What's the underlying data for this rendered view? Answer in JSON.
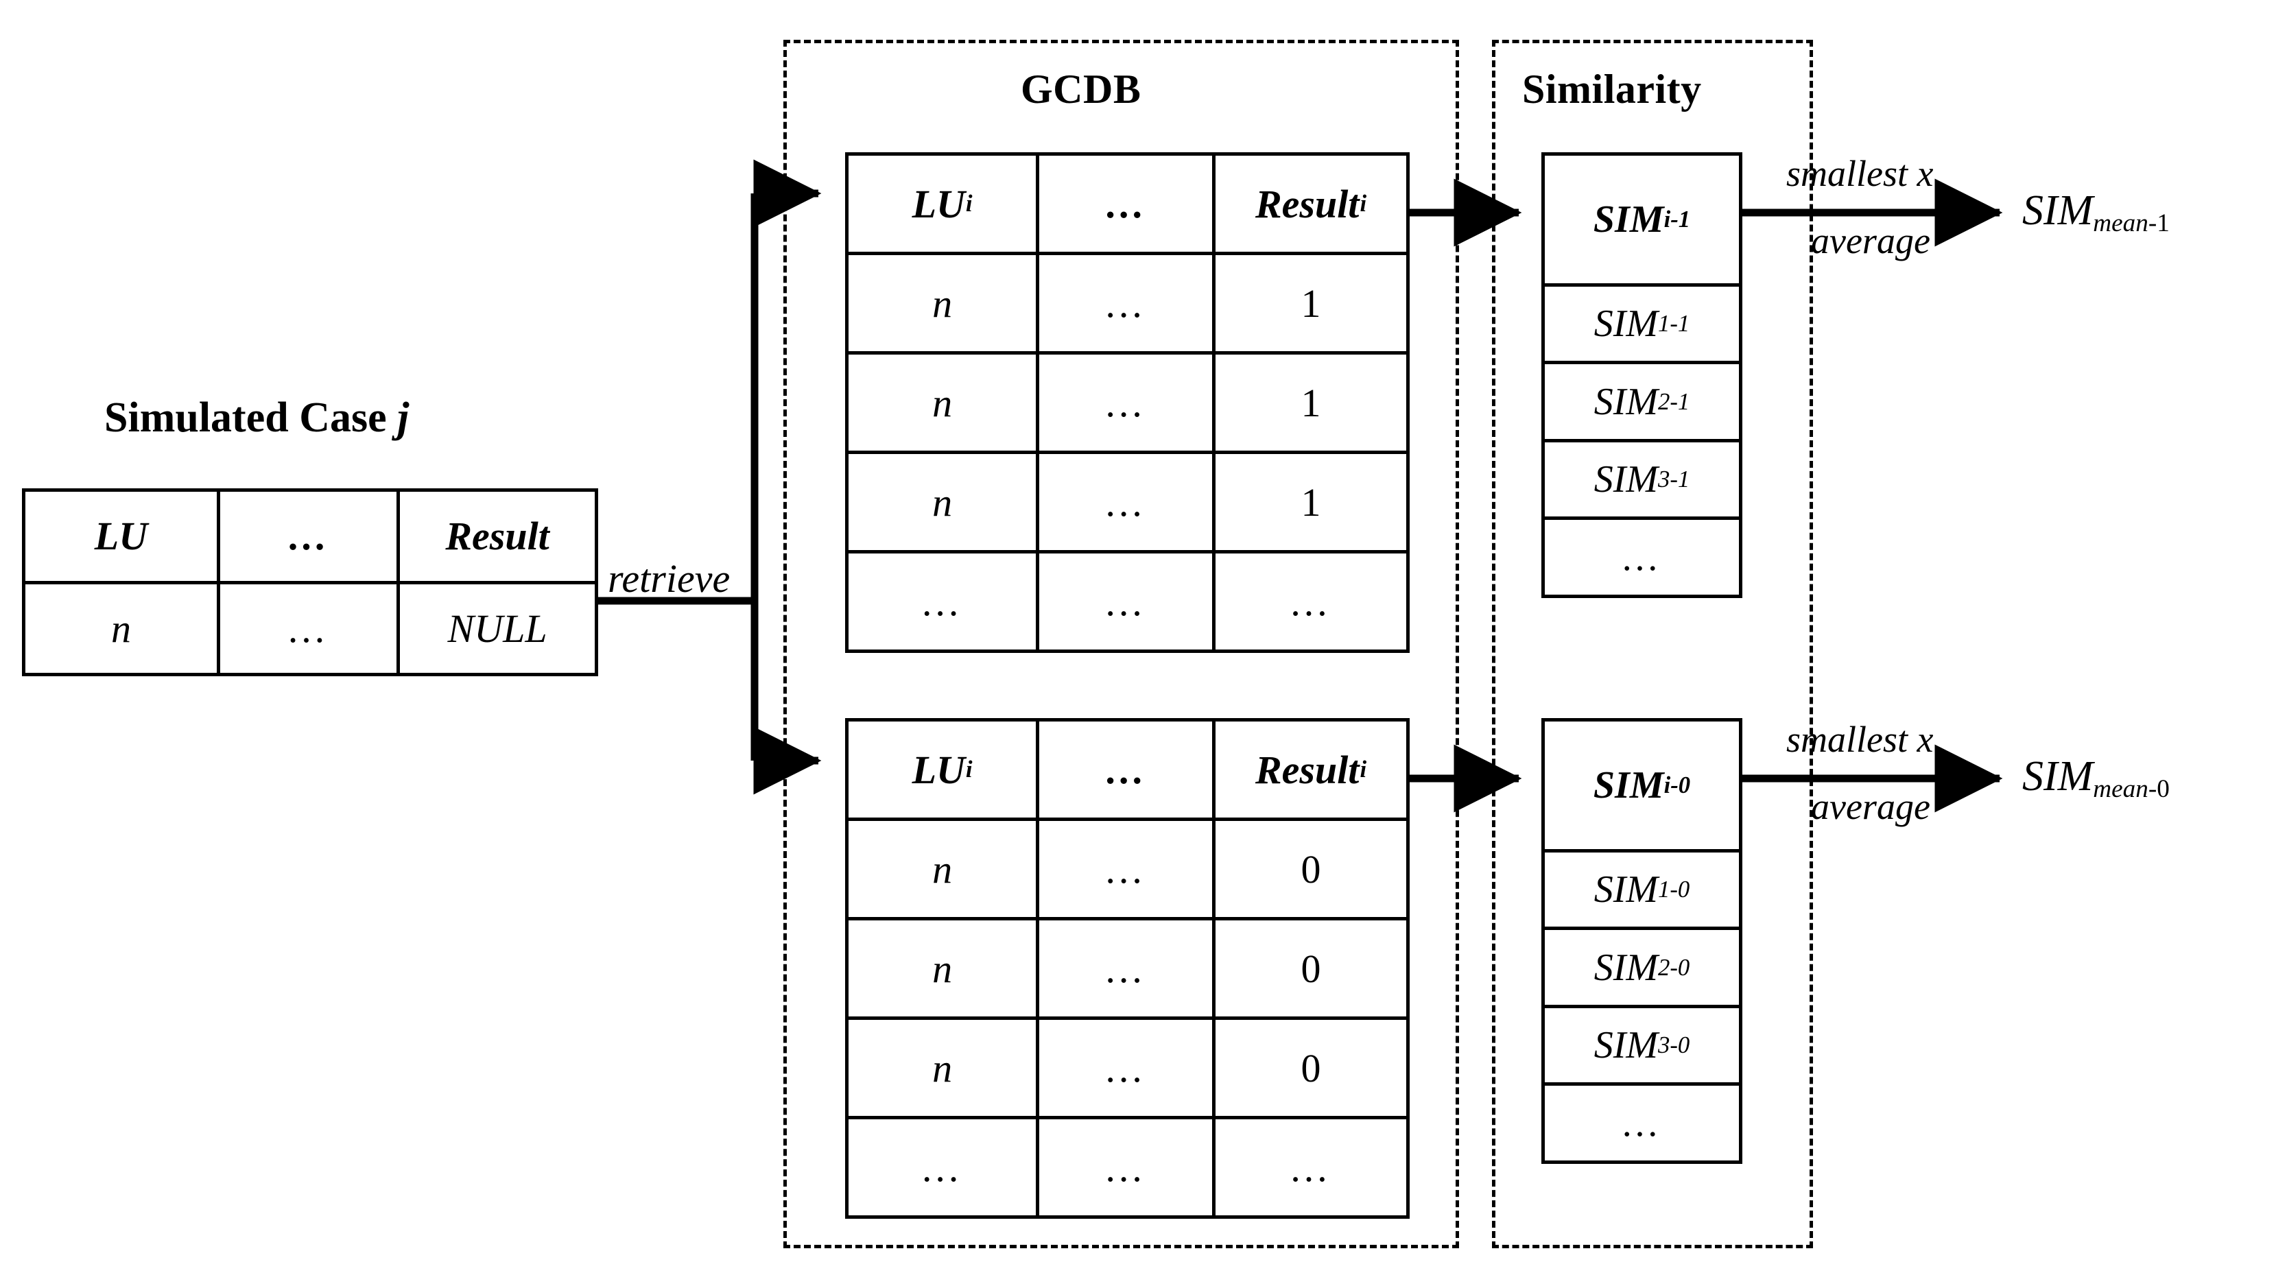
{
  "groups": {
    "gcdb": {
      "title": "GCDB"
    },
    "similarity": {
      "title": "Similarity"
    }
  },
  "simulated_case": {
    "title_prefix": "Simulated Case",
    "title_index": "j",
    "columns": [
      "LU",
      "…",
      "Result"
    ],
    "rows": [
      {
        "lu": "n",
        "mid": "…",
        "result": "NULL"
      }
    ]
  },
  "gcdb_tables": [
    {
      "id": "gcdb-positive",
      "columns": [
        "LU",
        "…",
        "Result"
      ],
      "column_subscripts": [
        "i",
        "",
        "i"
      ],
      "rows": [
        {
          "lu": "n",
          "mid": "…",
          "result": "1"
        },
        {
          "lu": "n",
          "mid": "…",
          "result": "1"
        },
        {
          "lu": "n",
          "mid": "…",
          "result": "1"
        },
        {
          "lu": "…",
          "mid": "…",
          "result": "…"
        }
      ]
    },
    {
      "id": "gcdb-negative",
      "columns": [
        "LU",
        "…",
        "Result"
      ],
      "column_subscripts": [
        "i",
        "",
        "i"
      ],
      "rows": [
        {
          "lu": "n",
          "mid": "…",
          "result": "0"
        },
        {
          "lu": "n",
          "mid": "…",
          "result": "0"
        },
        {
          "lu": "n",
          "mid": "…",
          "result": "0"
        },
        {
          "lu": "…",
          "mid": "…",
          "result": "…"
        }
      ]
    }
  ],
  "sim_stacks": [
    {
      "id": "sim-stack-1",
      "header": {
        "base": "SIM",
        "sub": "i-1"
      },
      "rows": [
        {
          "base": "SIM",
          "sub": "1-1"
        },
        {
          "base": "SIM",
          "sub": "2-1"
        },
        {
          "base": "SIM",
          "sub": "3-1"
        },
        {
          "base": "",
          "sub": "",
          "dots": "…"
        }
      ]
    },
    {
      "id": "sim-stack-0",
      "header": {
        "base": "SIM",
        "sub": "i-0"
      },
      "rows": [
        {
          "base": "SIM",
          "sub": "1-0"
        },
        {
          "base": "SIM",
          "sub": "2-0"
        },
        {
          "base": "SIM",
          "sub": "3-0"
        },
        {
          "base": "",
          "sub": "",
          "dots": "…"
        }
      ]
    }
  ],
  "edge_labels": {
    "retrieve": "retrieve",
    "smallest_x": "smallest x",
    "average": "average"
  },
  "outputs": [
    {
      "id": "sim-mean-1",
      "base": "SIM",
      "sub_italic": "mean",
      "sub_upright": "-1"
    },
    {
      "id": "sim-mean-0",
      "base": "SIM",
      "sub_italic": "mean",
      "sub_upright": "-0"
    }
  ],
  "colors": {
    "stroke": "#000000",
    "background": "#ffffff"
  }
}
